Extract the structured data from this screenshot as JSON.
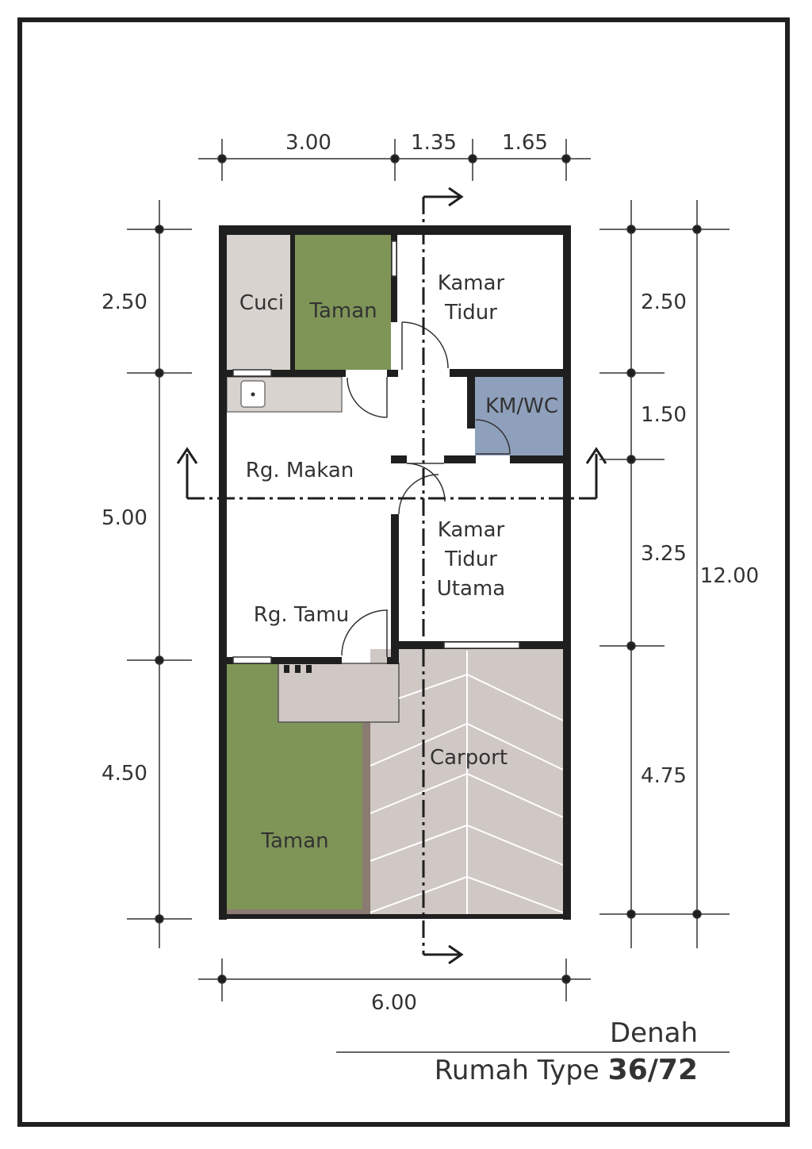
{
  "colors": {
    "wall": "#1f1f1f",
    "grass": "#7f9558",
    "paving": "#d0c8c4",
    "wc": "#8fa0bc",
    "cuci": "#d9d3cf",
    "line": "#333333"
  },
  "rooms": {
    "cuci": "Cuci",
    "taman_top": "Taman",
    "kamar_tidur_1": "Kamar",
    "kamar_tidur_2": "Tidur",
    "kmwc": "KM/WC",
    "rg_makan": "Rg. Makan",
    "kamar_utama_1": "Kamar",
    "kamar_utama_2": "Tidur",
    "kamar_utama_3": "Utama",
    "rg_tamu": "Rg. Tamu",
    "carport": "Carport",
    "taman_bottom": "Taman"
  },
  "dimensions": {
    "top": [
      "3.00",
      "1.35",
      "1.65"
    ],
    "left": [
      "2.50",
      "5.00",
      "4.50"
    ],
    "right": [
      "2.50",
      "1.50",
      "3.25",
      "4.75"
    ],
    "total_height": "12.00",
    "total_width": "6.00"
  },
  "title": {
    "line1": "Denah",
    "line2_prefix": "Rumah Type ",
    "line2_bold": "36/72"
  }
}
